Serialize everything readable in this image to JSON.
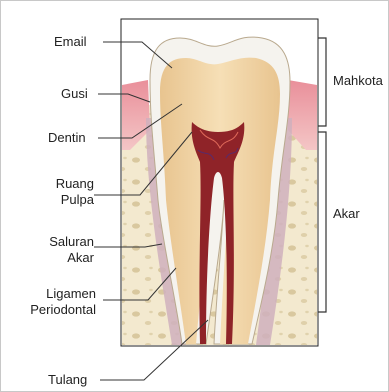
{
  "labels": {
    "email": "Email",
    "gusi": "Gusi",
    "dentin": "Dentin",
    "ruang_pulpa": [
      "Ruang",
      "Pulpa"
    ],
    "saluran_akar": [
      "Saluran",
      "Akar"
    ],
    "ligamen": [
      "Ligamen",
      "Periodontal"
    ],
    "tulang": "Tulang",
    "mahkota": "Mahkota",
    "akar": "Akar"
  },
  "colors": {
    "enamel": "#f4f2ec",
    "dentin": "#f2d7aa",
    "gum": "#e39aa2",
    "bone": "#f1e5c8",
    "pulp": "#9a2a2e",
    "ligament": "#c9a7b6"
  }
}
